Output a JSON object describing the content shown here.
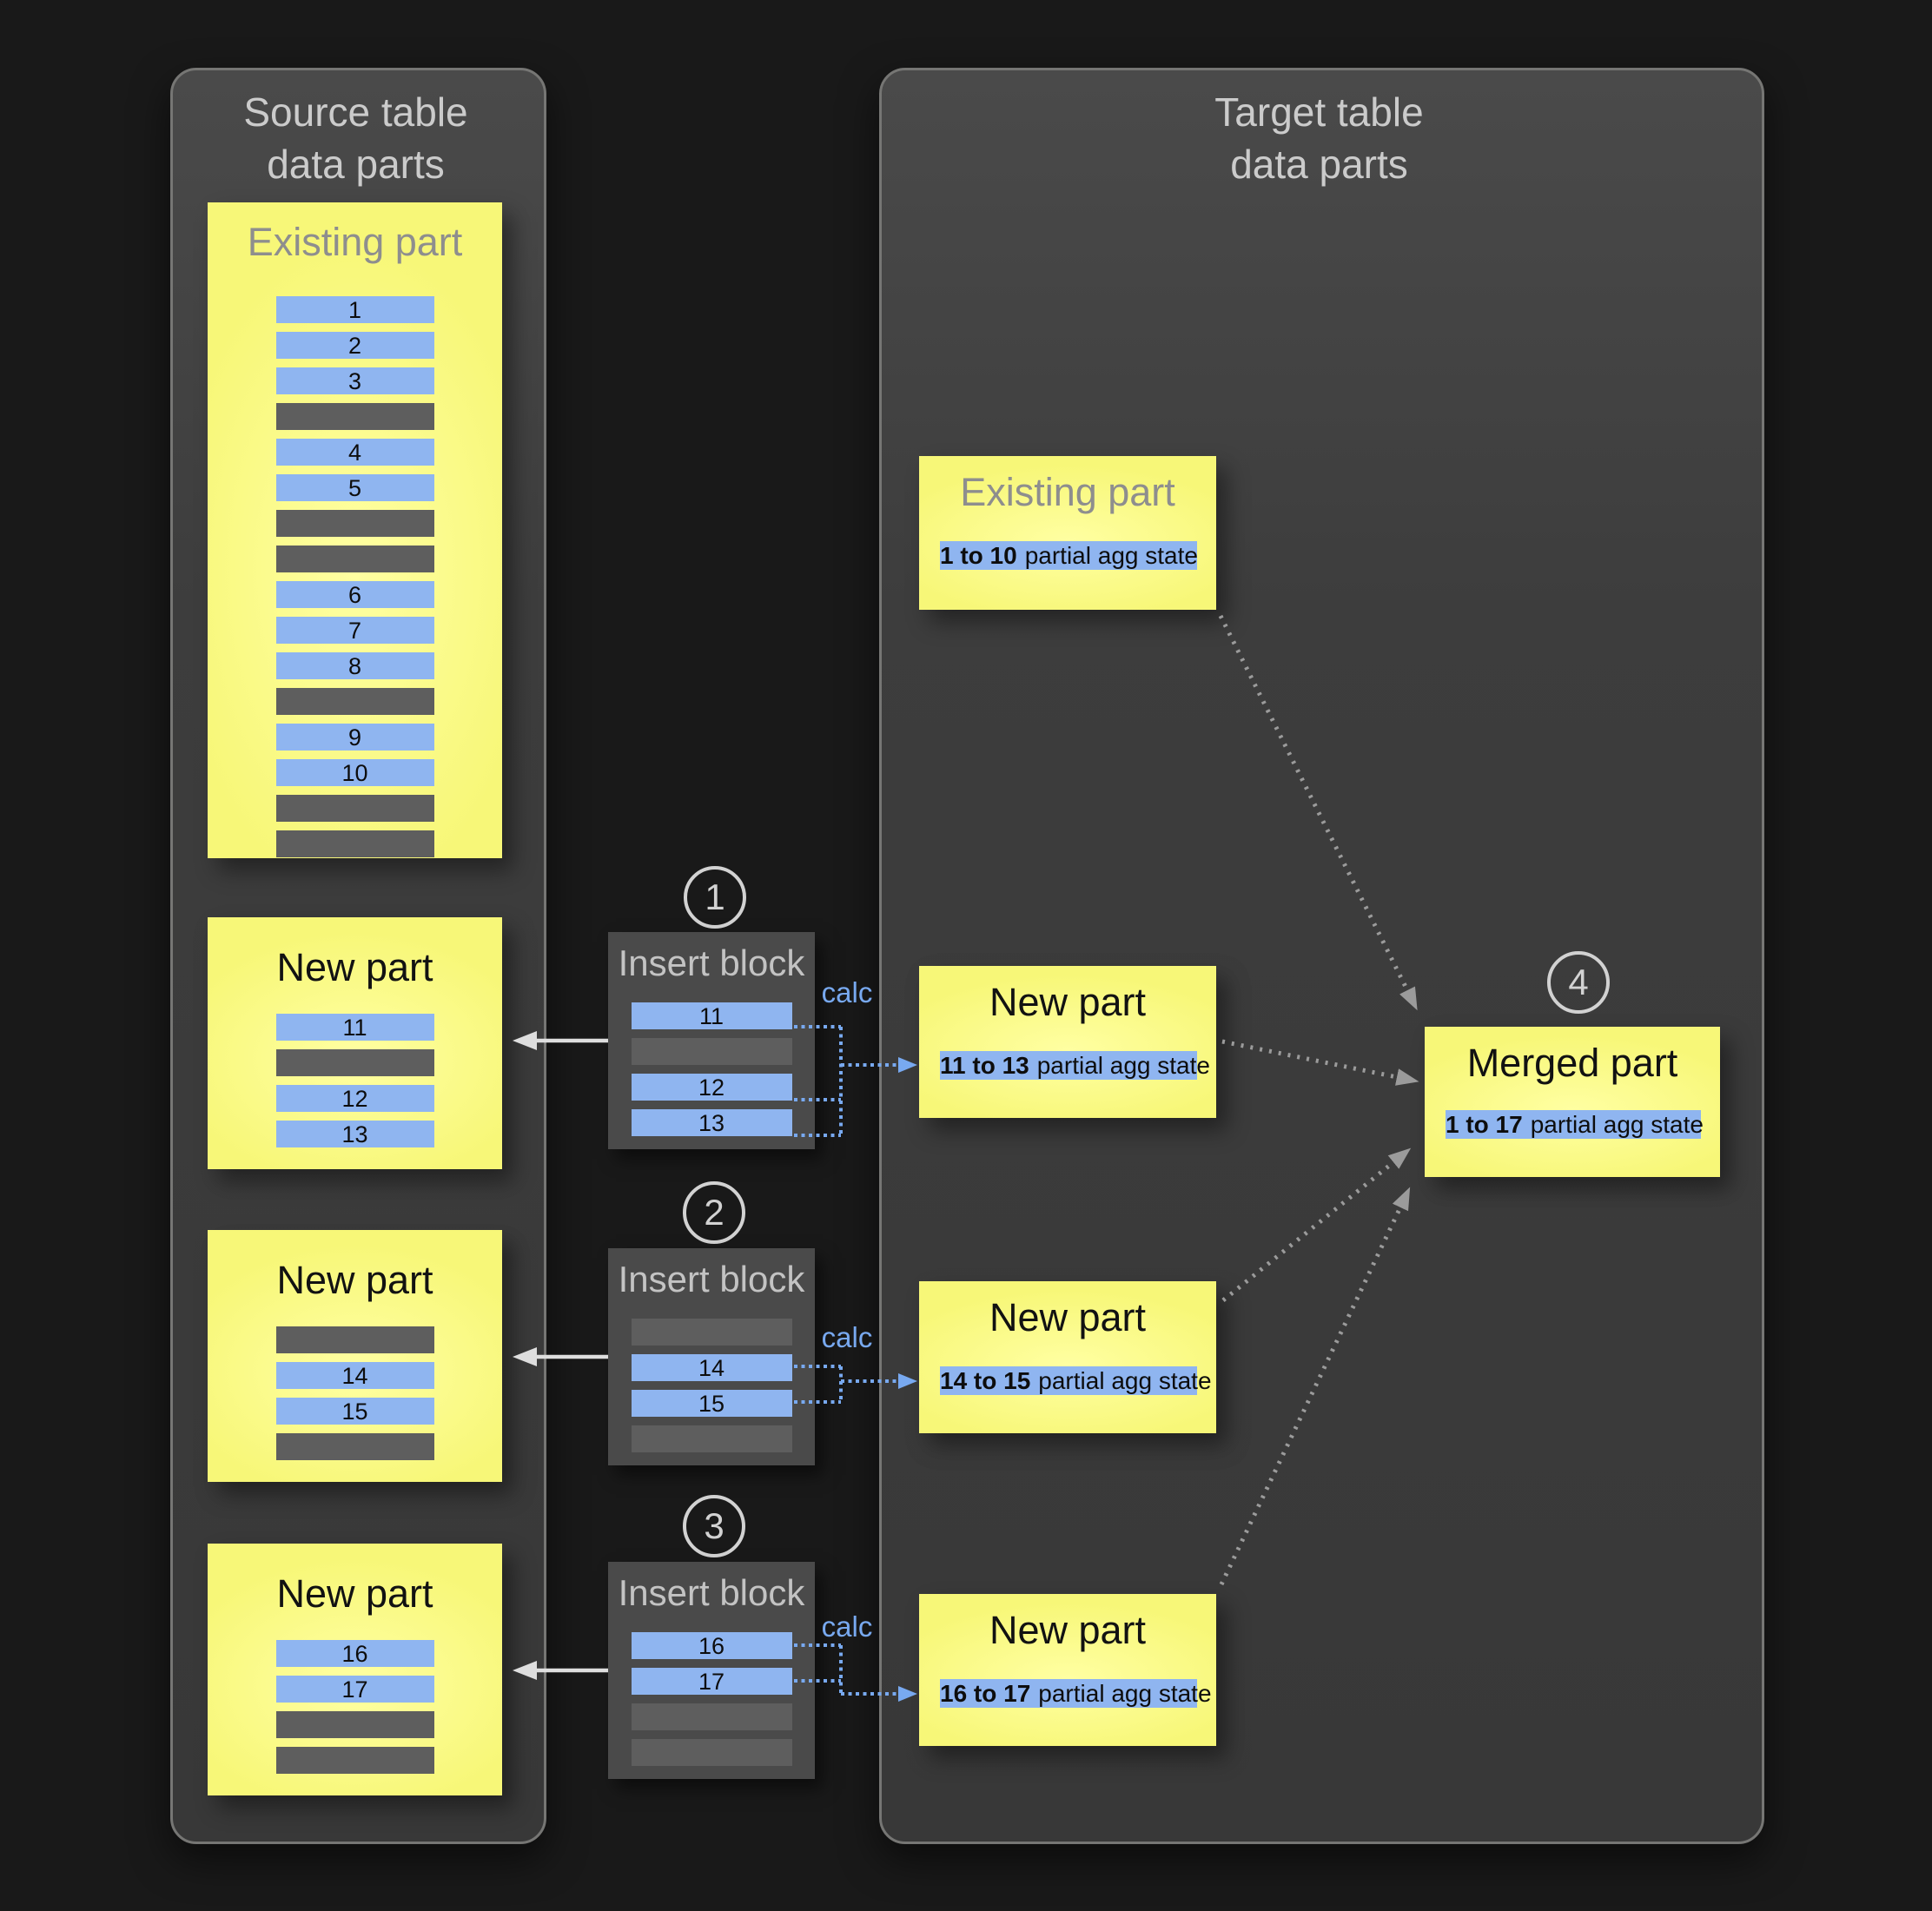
{
  "colors": {
    "background": "#191919",
    "panel_fill": "#3d3d3d",
    "panel_border": "#767674",
    "part_yellow": "#f8f87d",
    "row_blue": "#8fb5f0",
    "row_gray": "#5e5e5e",
    "calc_blue": "#78a9f0",
    "dotted_gray": "#9b9b9b",
    "arrow_white": "#dedede"
  },
  "source_panel": {
    "title_line1": "Source table",
    "title_line2": "data parts",
    "existing_part": {
      "title": "Existing part",
      "rows": [
        "1",
        "2",
        "3",
        "",
        "4",
        "5",
        "",
        "",
        "6",
        "7",
        "8",
        "",
        "9",
        "10",
        "",
        ""
      ]
    },
    "new_parts": [
      {
        "title": "New part",
        "rows": [
          "11",
          "",
          "12",
          "13"
        ]
      },
      {
        "title": "New part",
        "rows": [
          "",
          "14",
          "15",
          ""
        ]
      },
      {
        "title": "New part",
        "rows": [
          "16",
          "17",
          "",
          ""
        ]
      }
    ]
  },
  "insert_blocks": [
    {
      "step": "1",
      "title": "Insert block",
      "calc": "calc",
      "rows": [
        "11",
        "",
        "12",
        "13"
      ]
    },
    {
      "step": "2",
      "title": "Insert block",
      "calc": "calc",
      "rows": [
        "",
        "14",
        "15",
        ""
      ]
    },
    {
      "step": "3",
      "title": "Insert block",
      "calc": "calc",
      "rows": [
        "16",
        "17",
        "",
        ""
      ]
    }
  ],
  "target_panel": {
    "title_line1": "Target table",
    "title_line2": "data parts",
    "existing_part": {
      "title": "Existing part",
      "range": "1 to 10",
      "label": "partial agg state"
    },
    "new_parts": [
      {
        "title": "New part",
        "range": "11 to 13",
        "label": "partial agg state"
      },
      {
        "title": "New part",
        "range": "14 to 15",
        "label": "partial agg state"
      },
      {
        "title": "New part",
        "range": "16 to 17",
        "label": "partial agg state"
      }
    ],
    "merged_part": {
      "step": "4",
      "title": "Merged part",
      "range": "1 to 17",
      "label": "partial agg state"
    }
  }
}
